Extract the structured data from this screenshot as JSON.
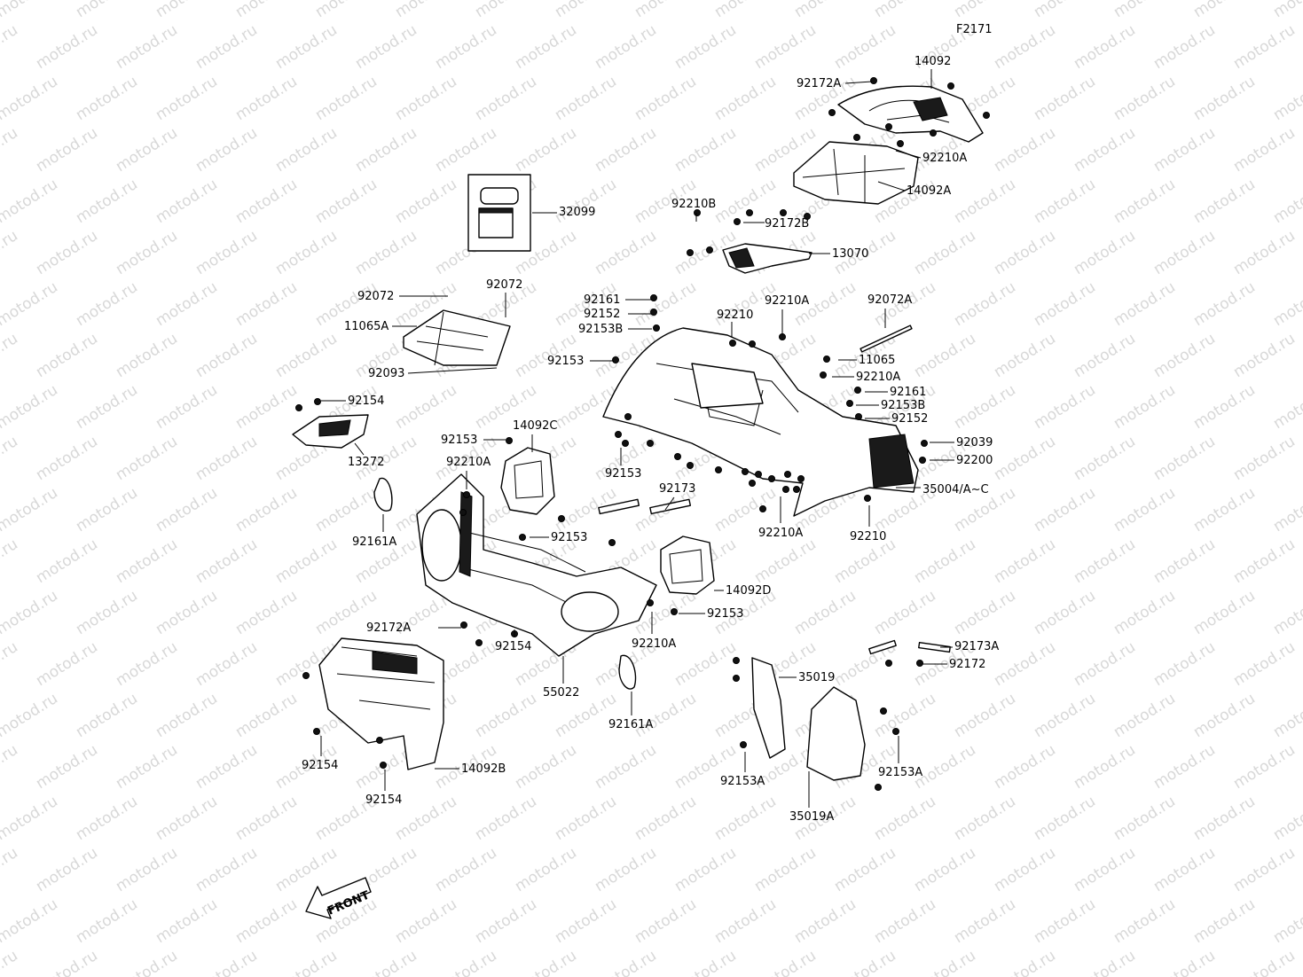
{
  "figure_code": "F2171",
  "watermark": "motod.ru",
  "front_label": "FRONT",
  "labels": {
    "l14092": "14092",
    "l92172A_top": "92172A",
    "l92210A_top": "92210A",
    "l14092A": "14092A",
    "l32099": "32099",
    "l92210B": "92210B",
    "l92172B": "92172B",
    "l13070": "13070",
    "l92072_l": "92072",
    "l92072_r": "92072",
    "l11065A": "11065A",
    "l92093": "92093",
    "l92161_top": "92161",
    "l92152_top": "92152",
    "l92153B_top": "92153B",
    "l92210": "92210",
    "l92210A_mid": "92210A",
    "l92072A": "92072A",
    "l92153_left": "92153",
    "l11065": "11065",
    "l92210A_r": "92210A",
    "l92161_r": "92161",
    "l92153B_r": "92153B",
    "l92152_r": "92152",
    "l92154_top": "92154",
    "l92153_mid": "92153",
    "l14092C": "14092C",
    "l92039": "92039",
    "l92200": "92200",
    "l13272": "13272",
    "l92210A_l": "92210A",
    "l92153_c": "92153",
    "l35004": "35004/A~C",
    "l92173": "92173",
    "l92210A_bot": "92210A",
    "l92210_bot": "92210",
    "l92161A_l": "92161A",
    "l92153_low": "92153",
    "l14092D": "14092D",
    "l92153_d": "92153",
    "l92172A_low": "92172A",
    "l92210A_low": "92210A",
    "l92173A": "92173A",
    "l92154_mid": "92154",
    "l92172": "92172",
    "l35019": "35019",
    "l55022": "55022",
    "l92161A_b": "92161A",
    "l92154_b1": "92154",
    "l92154_b2": "92154",
    "l14092B": "14092B",
    "l92153A_l": "92153A",
    "l92153A_r": "92153A",
    "l35019A": "35019A"
  }
}
